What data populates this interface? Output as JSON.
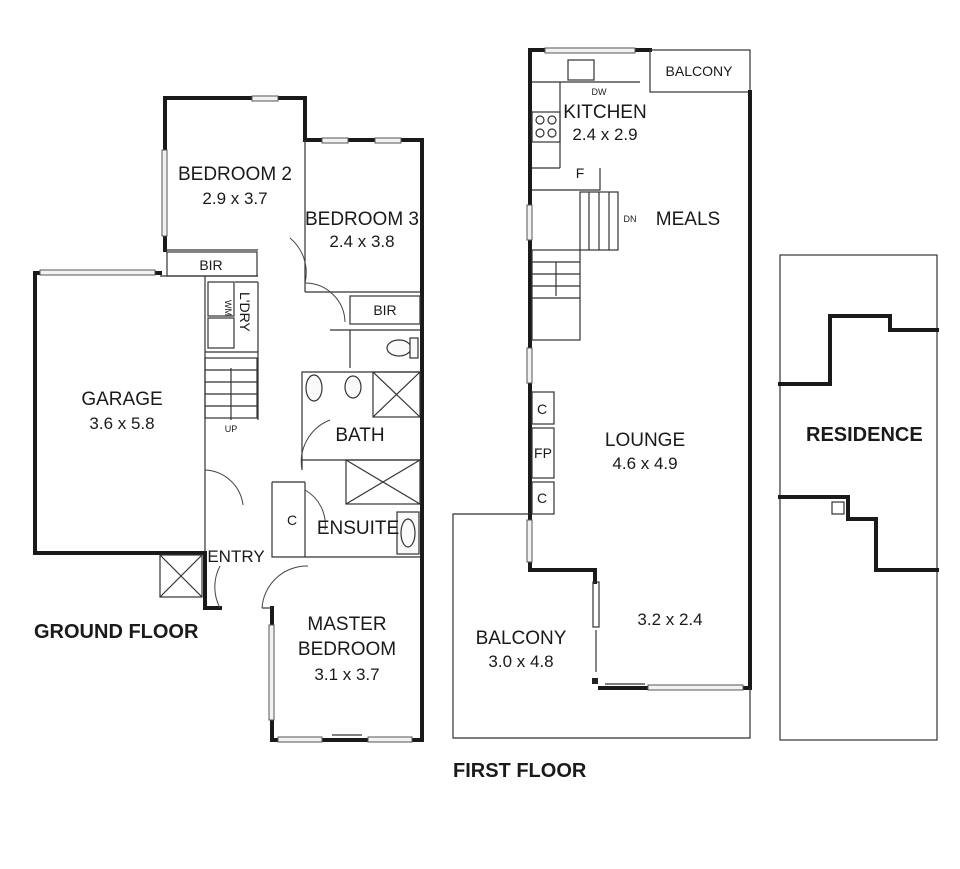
{
  "labels": {
    "ground_floor": "GROUND FLOOR",
    "first_floor": "FIRST FLOOR",
    "residence": "RESIDENCE"
  },
  "rooms": {
    "bedroom2": {
      "name": "BEDROOM 2",
      "size": "2.9 x 3.7"
    },
    "bedroom3": {
      "name": "BEDROOM 3",
      "size": "2.4 x 3.8"
    },
    "garage": {
      "name": "GARAGE",
      "size": "3.6 x 5.8"
    },
    "bath": {
      "name": "BATH"
    },
    "ensuite": {
      "name": "ENSUITE"
    },
    "entry": {
      "name": "ENTRY"
    },
    "master": {
      "name_line1": "MASTER",
      "name_line2": "BEDROOM",
      "size": "3.1 x 3.7"
    },
    "kitchen": {
      "name": "KITCHEN",
      "size": "2.4 x 2.9"
    },
    "meals": {
      "name": "MEALS"
    },
    "lounge": {
      "name": "LOUNGE",
      "size": "4.6 x 4.9"
    },
    "lounge_extra": {
      "size": "3.2 x 2.4"
    },
    "balcony_top": {
      "name": "BALCONY"
    },
    "balcony_main": {
      "name": "BALCONY",
      "size": "3.0 x 4.8"
    }
  },
  "fixtures": {
    "bir": "BIR",
    "wm": "WM",
    "ldry": "L'DRY",
    "up": "UP",
    "dn": "DN",
    "c": "C",
    "fp": "FP",
    "f": "F",
    "dw": "DW"
  }
}
